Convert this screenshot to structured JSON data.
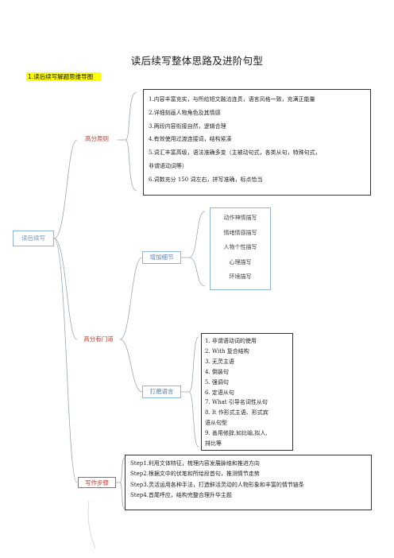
{
  "title": "读后续写整体思路及进阶句型",
  "section_label": "1.读后续写解题思维导图",
  "root": "读后续写",
  "categories": {
    "high_score_principles": "高分原则",
    "high_score_methods": "高分有门道",
    "writing_steps": "写作步骤"
  },
  "subcategories": {
    "add_details": "增加细节",
    "polish_language": "打磨语言"
  },
  "principles": [
    "1.内容丰富充实，与所给短文融洽连贯，语言风格一致，充满正能量",
    "2.详细刻画人物角色及其情感",
    "3.两段内容衔接自然，逻辑合理",
    "4.有效使用过渡连接词，结构紧凑",
    "5.词汇丰富高级，语法准确多变（主被动句式，各类从句，特殊句式，",
    "非谓语动词等）",
    "6.词数充分 150 词左右，拼写准确，标点恰当"
  ],
  "details": [
    "动作神情描写",
    "情绪情感描写",
    "人物个性描写",
    "心理描写",
    "环境描写"
  ],
  "language_items": [
    "1.   非谓语动词的使用",
    "2.   With  复合结构",
    "3.   无灵主语",
    "4.   倒装句",
    "5.   强调句",
    "6.   定语从句",
    "7.   What  引导名词性从句",
    "8.   It  作形式主语、形式宾",
    "语从句型",
    "9.   善用修辞,如比喻,拟人,",
    "排比等"
  ],
  "steps": [
    "Step1.利用文体特征，梳理内容发展脉络和推进方向",
    "Step2.根据文中的伏笔和所给段首句，推测情节走势",
    "Step3.灵活运用各种手法，打造鲜活灵动的人物形象和丰富的情节链条",
    "Step4.首尾呼应，结构完整合理升华主题"
  ]
}
